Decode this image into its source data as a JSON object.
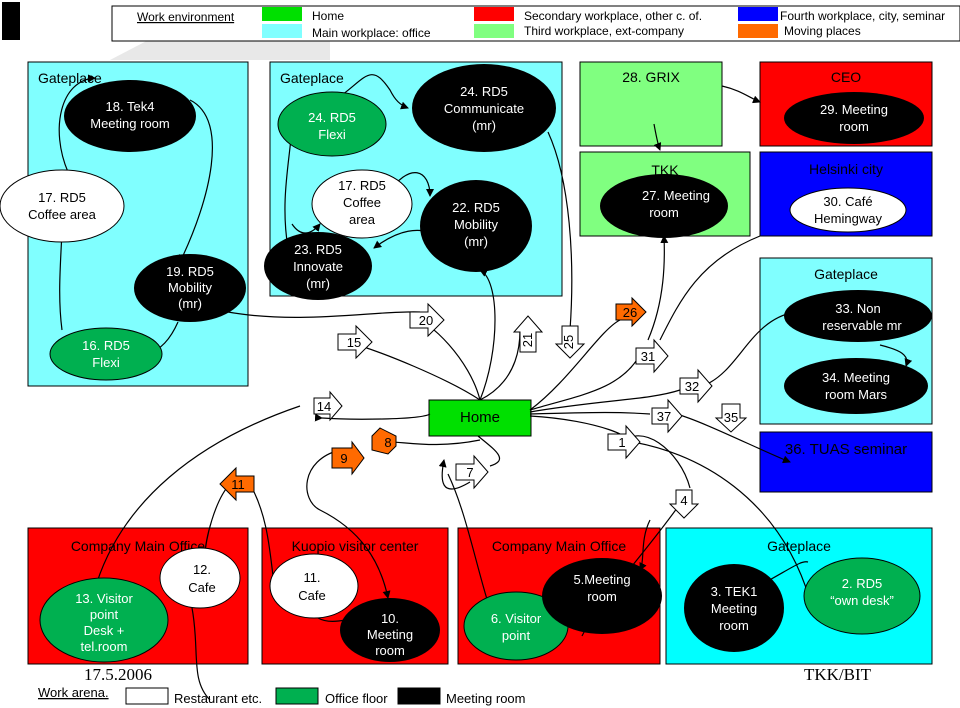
{
  "legend_top": {
    "work_environment": "Work environment",
    "items": [
      {
        "label": "Home",
        "color": "#00e000"
      },
      {
        "label": "Main workplace: office",
        "color": "#80ffff"
      },
      {
        "label": "Secondary workplace, other c. of.",
        "color": "#ff0000"
      },
      {
        "label": "Third workplace, ext-company",
        "color": "#80ff80"
      },
      {
        "label": "Fourth workplace, city, seminar",
        "color": "#0000ff"
      },
      {
        "label": "Moving places",
        "color": "#ff6a00"
      }
    ]
  },
  "areas": {
    "gateplace1": "Gateplace",
    "gateplace2": "Gateplace",
    "grix": "28. GRIX",
    "ceo": "CEO",
    "tkk": "TKK",
    "helsinki": "Helsinki city",
    "gateplace3": "Gateplace",
    "tuas": "36. TUAS seminar",
    "cmo1": "Company Main Office",
    "kuopio": "Kuopio visitor center",
    "cmo2": "Company Main Office",
    "gateplace4": "Gateplace"
  },
  "nodes": {
    "n18": [
      "18. Tek4",
      "Meeting room"
    ],
    "n17a": [
      "17. RD5",
      "Coffee area"
    ],
    "n19": [
      "19. RD5",
      "Mobility",
      "(mr)"
    ],
    "n16": [
      "16. RD5",
      "Flexi"
    ],
    "n24a": [
      "24. RD5",
      "Flexi"
    ],
    "n24b": [
      "24. RD5",
      "Communicate",
      "(mr)"
    ],
    "n17b": [
      "17. RD5",
      "Coffee",
      "area"
    ],
    "n22": [
      "22. RD5",
      "Mobility",
      "(mr)"
    ],
    "n23": [
      "23. RD5",
      "Innovate",
      "(mr)"
    ],
    "n29": [
      "29. Meeting",
      "room"
    ],
    "n27": [
      "27. Meeting",
      "room"
    ],
    "n30": [
      "30. Café",
      "Hemingway"
    ],
    "n33": [
      "33. Non",
      "reservable mr"
    ],
    "n34": [
      "34. Meeting",
      "room Mars"
    ],
    "home": [
      "Home"
    ],
    "n13": [
      "13. Visitor",
      "point",
      "Desk +",
      "tel.room"
    ],
    "n12": [
      "12.",
      "Cafe"
    ],
    "n11": [
      "11.",
      "Cafe"
    ],
    "n10": [
      "10.",
      "Meeting",
      "room"
    ],
    "n6": [
      "6. Visitor",
      "point"
    ],
    "n5": [
      "5.Meeting",
      "room"
    ],
    "n3": [
      "3. TEK1",
      "Meeting",
      "room"
    ],
    "n2": [
      "2. RD5",
      "“own desk”"
    ]
  },
  "steps": {
    "s1": "1",
    "s4": "4",
    "s7": "7",
    "s8": "8",
    "s9": "9",
    "s11": "11",
    "s14": "14",
    "s15": "15",
    "s20": "20",
    "s21": "21",
    "s25": "25",
    "s26": "26",
    "s31": "31",
    "s32": "32",
    "s35": "35",
    "s37": "37"
  },
  "footer": {
    "date": "17.5.2006",
    "org": "TKK/BIT",
    "work_arena": "Work arena.",
    "restaurant": "Restaurant etc.",
    "office_floor": "Office floor",
    "meeting_room": "Meeting room"
  }
}
